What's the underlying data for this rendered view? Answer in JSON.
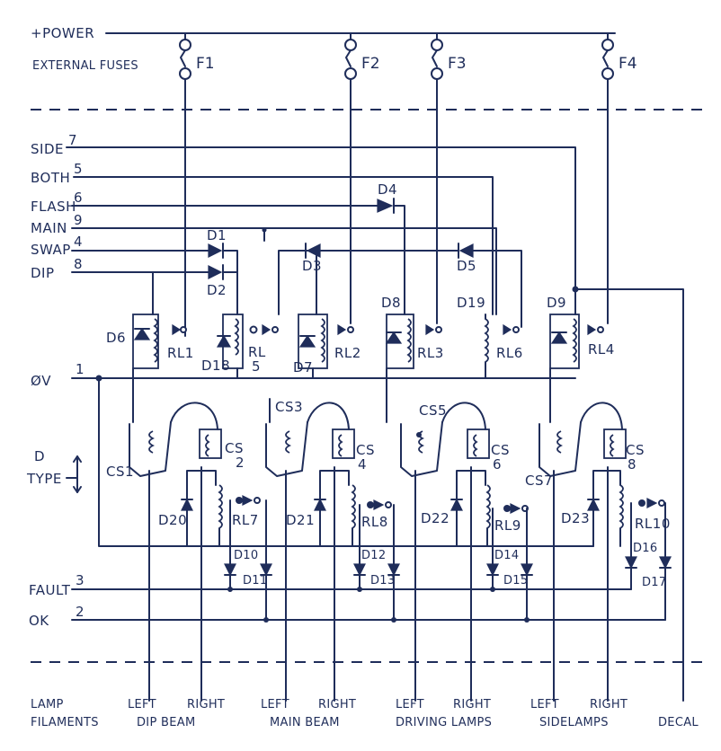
{
  "colors": {
    "ink": "#1f2d5a",
    "paper": "#ffffff"
  },
  "supply": {
    "power": "+POWER",
    "fuses_label": "EXTERNAL FUSES"
  },
  "fuses": [
    "F1",
    "F2",
    "F3",
    "F4"
  ],
  "inputs": {
    "side": "SIDE",
    "side_pin": "7",
    "both": "BOTH",
    "both_pin": "5",
    "flash": "FLASH",
    "flash_pin": "6",
    "main": "MAIN",
    "main_pin": "9",
    "swap": "SWAP",
    "swap_pin": "4",
    "dip": "DIP",
    "dip_pin": "8",
    "zero": "ØV",
    "zero_pin": "1",
    "fault": "FAULT",
    "fault_pin": "3",
    "ok": "OK",
    "ok_pin": "2"
  },
  "relay_block": {
    "d1": "D1",
    "d2": "D2",
    "d3": "D3",
    "d4": "D4",
    "d5": "D5",
    "d6": "D6",
    "d7": "D7",
    "d8": "D8",
    "d9": "D9",
    "d19": "D19",
    "d18": "D18",
    "rl1": "RL1",
    "rl2": "RL2",
    "rl3": "RL3",
    "rl4": "RL4",
    "rl5": "RL",
    "rl5_num": "5",
    "rl6": "RL6"
  },
  "driver_block": {
    "dtype_top": "D",
    "dtype_bottom": "TYPE",
    "cs1": "CS1",
    "cs3": "CS3",
    "cs5": "CS5",
    "cs7": "CS7",
    "cs2": "CS",
    "cs2n": "2",
    "cs4": "CS",
    "cs4n": "4",
    "cs6": "CS",
    "cs6n": "6",
    "cs8": "CS",
    "cs8n": "8",
    "d20": "D20",
    "d21": "D21",
    "d22": "D22",
    "d23": "D23",
    "rl7": "RL7",
    "rl8": "RL8",
    "rl9": "RL9",
    "rl10": "RL10",
    "d10": "D10",
    "d11": "D11",
    "d12": "D12",
    "d13": "D13",
    "d14": "D14",
    "d15": "D15",
    "d16": "D16",
    "d17": "D17"
  },
  "outputs": {
    "lamp_top": "LAMP",
    "lamp_bottom": "FILAMENTS",
    "left": "LEFT",
    "right": "RIGHT",
    "dip_beam": "DIP BEAM",
    "main_beam": "MAIN BEAM",
    "driving_lamps": "DRIVING LAMPS",
    "sidelamps": "SIDELAMPS",
    "decal": "DECAL"
  }
}
